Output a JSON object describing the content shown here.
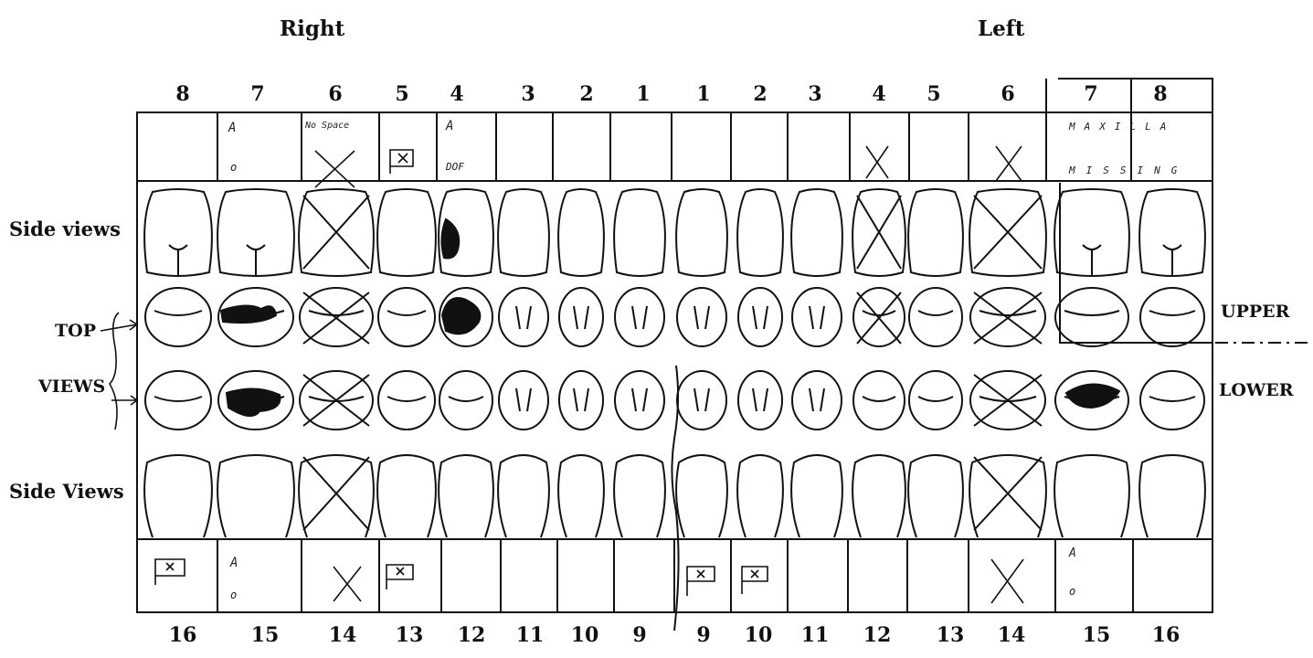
{
  "headers": {
    "right": "Right",
    "left": "Left"
  },
  "row_labels": {
    "side_views_upper": "Side views",
    "top": "TOP",
    "views": "VIEWS",
    "side_views_lower": "Side Views",
    "upper": "UPPER",
    "lower": "LOWER"
  },
  "top_numbers": [
    "8",
    "7",
    "6",
    "5",
    "4",
    "3",
    "2",
    "1",
    "1",
    "2",
    "3",
    "4",
    "5",
    "6",
    "7",
    "8"
  ],
  "bottom_numbers": [
    "16",
    "15",
    "14",
    "13",
    "12",
    "11",
    "10",
    "9",
    "9",
    "10",
    "11",
    "12",
    "13",
    "14",
    "15",
    "16"
  ],
  "upper_notes": {
    "r7_a": "A",
    "r7_o": "o",
    "r6": "No Space",
    "r4_a": "A",
    "r4_dof": "DOF",
    "maxilla": "MAXILLA",
    "missing": "MISSING"
  },
  "lower_notes": {
    "r15_a": "A",
    "r15_o": "o",
    "l15_a": "A",
    "l15_o": "o"
  }
}
